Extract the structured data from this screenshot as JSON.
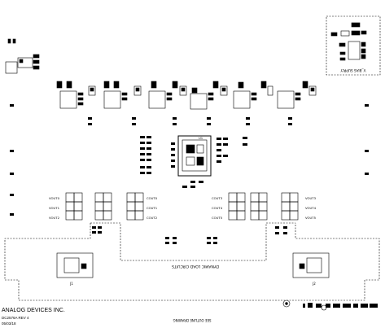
{
  "title_block": {
    "vendor": "ANALOG DEVICES INC.",
    "board_id": "DC2576A  REV 4",
    "date": "05/03/18"
  },
  "sections": {
    "bias_supply_label": "V_BIAS SUPPLY",
    "dynamic_load_label": "DYNAMIC LOAD CIRCUITS",
    "bottom_silkscreen": "SEE OUTLINE DRAWING"
  },
  "components": {
    "ic_main": "U1",
    "connector_left": "J1",
    "connector_right": "J2",
    "output_labels_left": [
      "VOUT0",
      "VOUT1",
      "VOUT2"
    ],
    "output_labels_center_left": [
      "COUT0",
      "COUT1",
      "COUT2"
    ],
    "output_labels_center_right": [
      "COUT3",
      "COUT4",
      "COUT5"
    ],
    "output_labels_right": [
      "VOUT3",
      "VOUT4",
      "VOUT5"
    ]
  }
}
